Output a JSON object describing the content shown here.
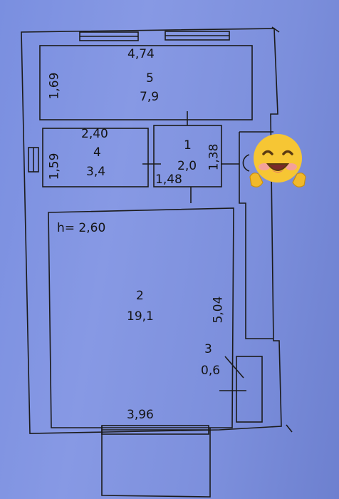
{
  "plan": {
    "height_label": "h= 2,60",
    "rooms": [
      {
        "number": "5",
        "area": "7,9"
      },
      {
        "number": "4",
        "area": "3,4"
      },
      {
        "number": "1",
        "area": "2,0"
      },
      {
        "number": "2",
        "area": "19,1"
      },
      {
        "number": "3",
        "area": "0,6"
      }
    ],
    "dimensions": {
      "room5_width": "4,74",
      "room5_height": "1,69",
      "room4_width": "2,40",
      "room4_height": "1,59",
      "room1_width": "1,48",
      "room1_height": "1,38",
      "room2_height": "5,04",
      "room2_width": "3,96"
    }
  },
  "sticker": {
    "icon": "smiling-face-with-open-hands-icon"
  },
  "colors": {
    "paper": "#7a8fe0",
    "ink": "#1a1a1a",
    "emoji": "#f6c634"
  }
}
